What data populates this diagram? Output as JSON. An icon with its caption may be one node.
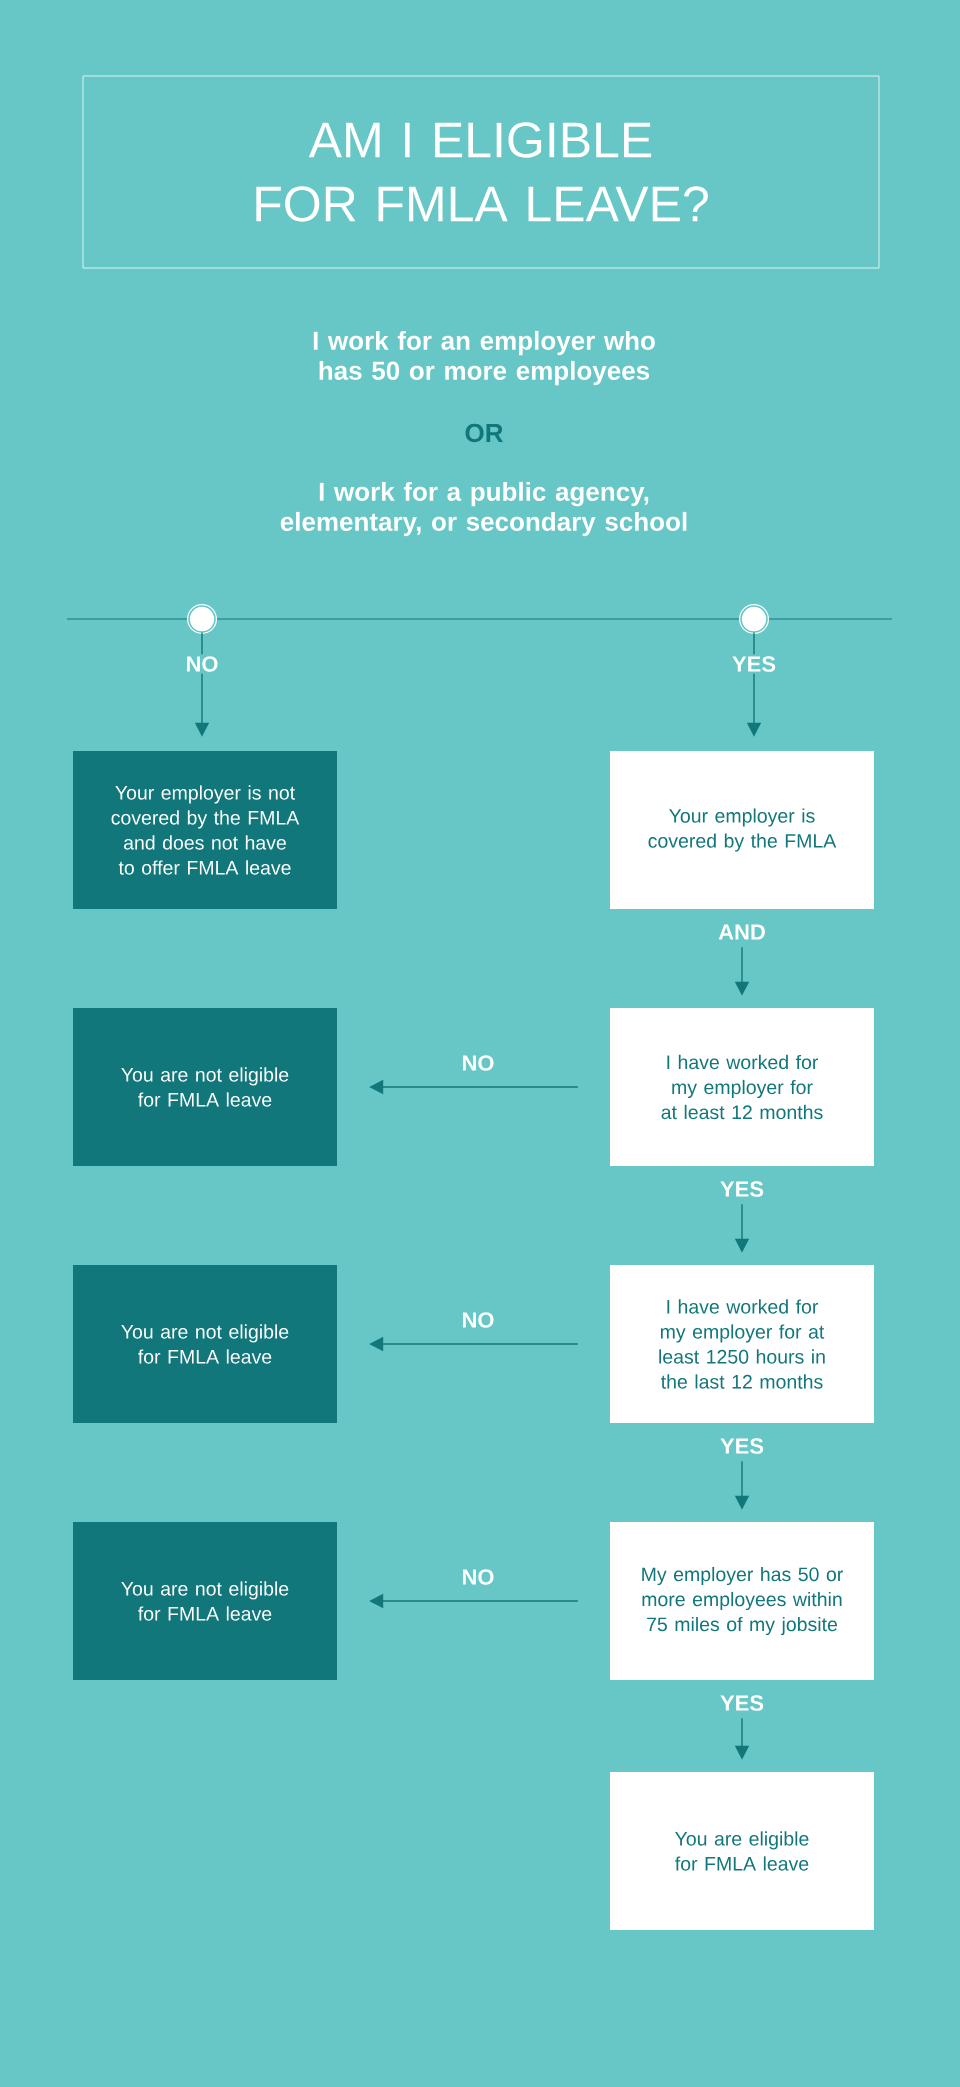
{
  "diagram": {
    "title": "AM I ELIGIBLE FOR FMLA LEAVE?",
    "nodes": [
      {
        "text": [],
        "shape": "circle"
      },
      {
        "text": [],
        "shape": "circle"
      },
      {
        "text": [
          "Your employer is not covered by the FMLA and does not have to offer FMLA leave"
        ]
      },
      {
        "text": [
          "Your employer is covered by the FMLA"
        ]
      },
      {
        "text": [
          "You are not eligible for FMLA leave"
        ]
      },
      {
        "text": [
          "I have worked for my employer for at least 12 months"
        ]
      },
      {
        "text": [
          "You are not eligible for FMLA leave"
        ]
      },
      {
        "text": [
          "I have worked for my employer for at least 1250 hours in the last 12 months"
        ]
      },
      {
        "text": [
          "You are not eligible for FMLA leave"
        ]
      },
      {
        "text": [
          "My employer has 50 or more employees within 75 miles of my jobsite"
        ]
      },
      {
        "text": [
          "You are eligible for FMLA leave"
        ]
      }
    ],
    "edges": [
      {
        "from": 0,
        "to": 2,
        "arrow": "to",
        "label": "NO"
      },
      {
        "from": 1,
        "to": 3,
        "arrow": "to",
        "label": "YES"
      },
      {
        "from": 3,
        "to": 5,
        "arrow": "to",
        "label": "AND"
      },
      {
        "from": 5,
        "to": 4,
        "arrow": "to",
        "label": "NO"
      },
      {
        "from": 5,
        "to": 7,
        "arrow": "to",
        "label": "YES"
      },
      {
        "from": 7,
        "to": 6,
        "arrow": "to",
        "label": "NO"
      },
      {
        "from": 7,
        "to": 9,
        "arrow": "to",
        "label": "YES"
      },
      {
        "from": 9,
        "to": 8,
        "arrow": "to",
        "label": "NO"
      },
      {
        "from": 9,
        "to": 10,
        "arrow": "to",
        "label": "YES"
      }
    ],
    "labels": [
      "I work for an employer who has 50 or more employees",
      "OR",
      "I work for a public agency, elementary, or secondary school"
    ]
  }
}
